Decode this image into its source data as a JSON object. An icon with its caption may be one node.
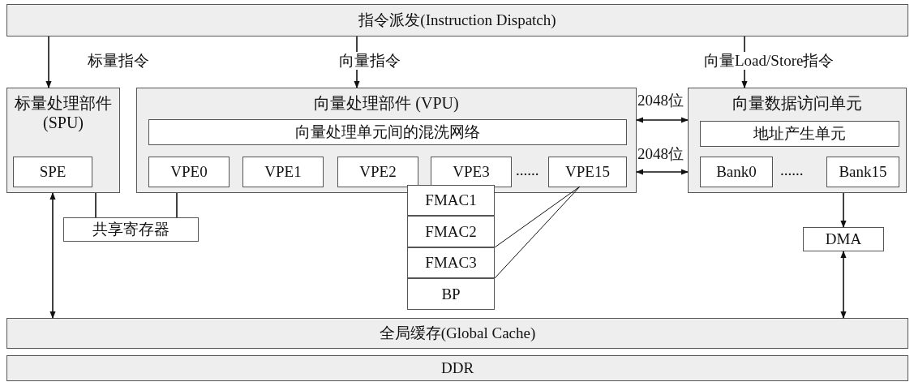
{
  "diagram": {
    "nodes": [
      {
        "text": [
          "指令派发(Instruction Dispatch)"
        ]
      },
      {
        "text": [
          "标量处理部件 (SPU)"
        ]
      },
      {
        "text": [
          "SPE"
        ],
        "in": 1
      },
      {
        "text": [
          "向量处理部件 (VPU)"
        ]
      },
      {
        "text": [
          "向量处理单元间的混洗网络"
        ],
        "in": 3
      },
      {
        "text": [
          "VPE0"
        ],
        "in": 3
      },
      {
        "text": [
          "VPE1"
        ],
        "in": 3
      },
      {
        "text": [
          "VPE2"
        ],
        "in": 3
      },
      {
        "text": [
          "VPE3"
        ],
        "in": 3
      },
      {
        "text": [
          "VPE15"
        ],
        "in": 3
      },
      {
        "text": [
          "FMAC1"
        ]
      },
      {
        "text": [
          "FMAC2"
        ]
      },
      {
        "text": [
          "FMAC3"
        ]
      },
      {
        "text": [
          "BP"
        ]
      },
      {
        "text": [
          "向量数据访问单元"
        ]
      },
      {
        "text": [
          "地址产生单元"
        ],
        "in": 14
      },
      {
        "text": [
          "Bank0"
        ],
        "in": 14
      },
      {
        "text": [
          "Bank15"
        ],
        "in": 14
      },
      {
        "text": [
          "共享寄存器"
        ]
      },
      {
        "text": [
          "DMA"
        ]
      },
      {
        "text": [
          "全局缓存(Global Cache)"
        ]
      },
      {
        "text": [
          "DDR"
        ]
      }
    ],
    "edges": [
      {
        "from": 0,
        "to": 1,
        "arrow": "to",
        "label": "标量指令"
      },
      {
        "from": 0,
        "to": 3,
        "arrow": "to",
        "label": "向量指令"
      },
      {
        "from": 0,
        "to": 14,
        "arrow": "to",
        "label": "向量Load/Store指令"
      },
      {
        "from": 3,
        "to": 14,
        "arrow": "both",
        "label": "2048位"
      },
      {
        "from": 3,
        "to": 14,
        "arrow": "both",
        "label": "2048位"
      },
      {
        "from": 1,
        "to": 18,
        "arrow": "none"
      },
      {
        "from": 3,
        "to": 18,
        "arrow": "none"
      },
      {
        "from": 9,
        "to": 12,
        "arrow": "none"
      },
      {
        "from": 9,
        "to": 12,
        "arrow": "none"
      },
      {
        "from": 14,
        "to": 19,
        "arrow": "to"
      },
      {
        "from": 20,
        "to": 1,
        "arrow": "both"
      },
      {
        "from": 19,
        "to": 20,
        "arrow": "both"
      }
    ],
    "labels": [
      "......",
      "......"
    ]
  }
}
